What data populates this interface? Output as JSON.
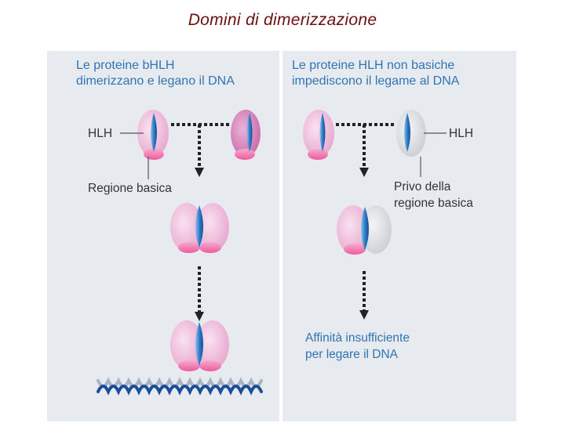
{
  "title": "Domini di dimerizzazione",
  "left": {
    "heading_line1": "Le proteine bHLH",
    "heading_line2": "dimerizzano e legano il DNA",
    "hlh_label": "HLH",
    "basic_region_label": "Regione basica"
  },
  "right": {
    "heading_line1": "Le proteine HLH non basiche",
    "heading_line2": "impediscono il legame al DNA",
    "hlh_label": "HLH",
    "lacking_line1": "Privo della",
    "lacking_line2": "regione basica",
    "affinity_line1": "Affinità insufficiente",
    "affinity_line2": "per legare il DNA"
  },
  "colors": {
    "title": "#6b0f0f",
    "heading": "#2f74b5",
    "bhlh_protein": "#e9a8d0",
    "hlh_protein": "#d4d6d9",
    "helix": "#2a78c4",
    "basic_region": "#f06ba8",
    "dna_blue": "#1b4e9a",
    "dna_gray": "#a9b4c2",
    "panel_bg": "#e7ebef"
  }
}
